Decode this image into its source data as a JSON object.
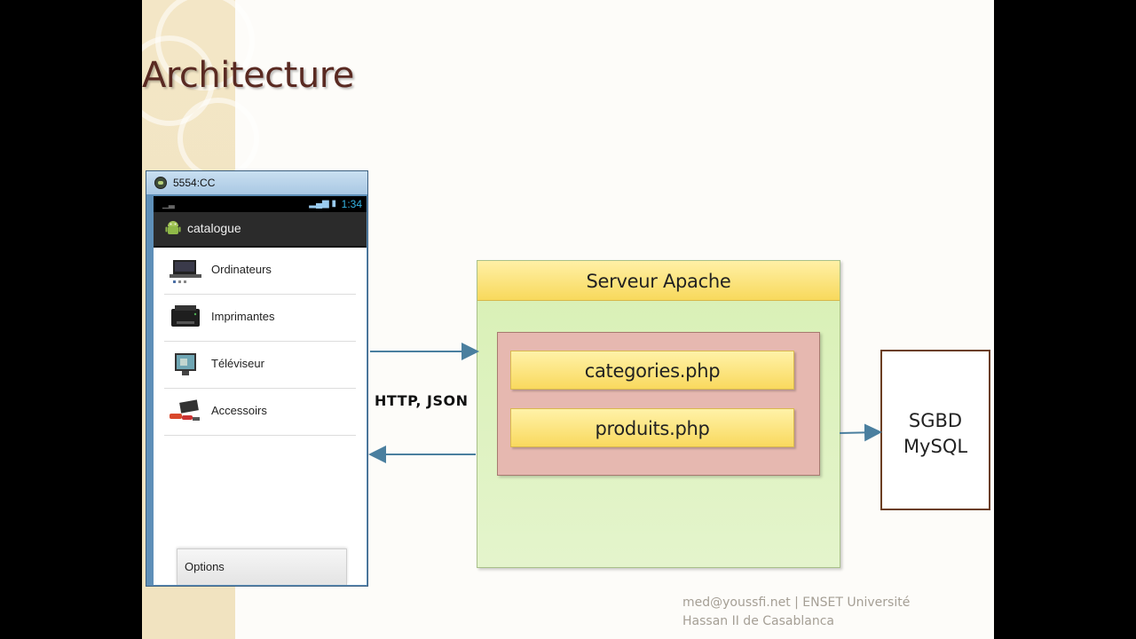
{
  "slide": {
    "title": "Architecture",
    "footer_line1": "med@youssfi.net | ENSET Université",
    "footer_line2": "Hassan II de Casablanca"
  },
  "emulator": {
    "window_title": "5554:CC",
    "status_time": "1:34",
    "app_title": "catalogue",
    "items": [
      {
        "label": "Ordinateurs",
        "icon": "laptop-icon"
      },
      {
        "label": "Imprimantes",
        "icon": "printer-icon"
      },
      {
        "label": "Téléviseur",
        "icon": "tv-icon"
      },
      {
        "label": "Accessoirs",
        "icon": "accessories-icon"
      }
    ],
    "options_label": "Options"
  },
  "diagram": {
    "protocol_label": "HTTP, JSON",
    "server_title": "Serveur Apache",
    "php_files": [
      "categories.php",
      "produits.php"
    ],
    "db_line1": "SGBD",
    "db_line2": "MySQL"
  },
  "colors": {
    "title": "#5a2a22",
    "server_header": "#f8d95c",
    "server_body": "#d8f0b4",
    "php_container": "#e6b8b0",
    "arrow": "#4a7f9f",
    "db_border": "#6b3e22"
  }
}
